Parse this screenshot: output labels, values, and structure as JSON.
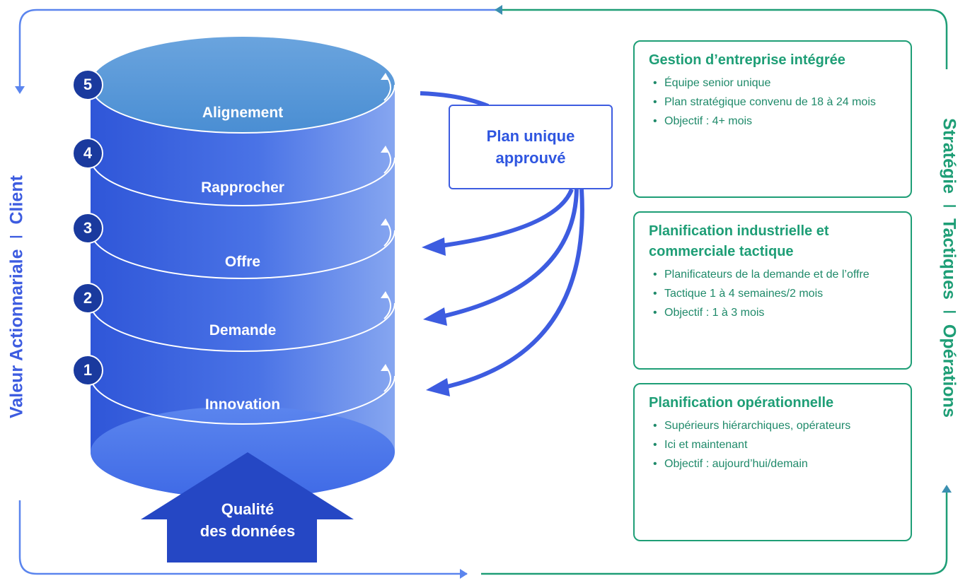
{
  "cylinder": {
    "layers": [
      {
        "step": "5",
        "label": "Alignement"
      },
      {
        "step": "4",
        "label": "Rapprocher"
      },
      {
        "step": "3",
        "label": "Offre"
      },
      {
        "step": "2",
        "label": "Demande"
      },
      {
        "step": "1",
        "label": "Innovation"
      }
    ],
    "base_label_line1": "Qualité",
    "base_label_line2": "des données"
  },
  "plan_box": {
    "label": "Plan unique approuvé"
  },
  "boxes": [
    {
      "title": "Gestion d’entreprise intégrée",
      "bullets": [
        "Équipe senior unique",
        "Plan stratégique convenu de 18 à 24 mois",
        "Objectif : 4+ mois"
      ]
    },
    {
      "title": "Planification industrielle et commerciale tactique",
      "bullets": [
        "Planificateurs de la demande et de l’offre",
        "Tactique 1 à 4 semaines/2 mois",
        "Objectif : 1 à 3 mois"
      ]
    },
    {
      "title": "Planification opérationnelle",
      "bullets": [
        "Supérieurs hiérarchiques, opérateurs",
        "Ici et maintenant",
        "Objectif : aujourd’hui/demain"
      ]
    }
  ],
  "left_axis": {
    "part1": "Valeur Actionnariale",
    "separator": "I",
    "part2": "Client"
  },
  "right_axis": {
    "part1": "Stratégie",
    "separator": "I",
    "part2": "Tactiques",
    "part3": "Opérations"
  },
  "colors": {
    "blue": "#3d5ce0",
    "navy": "#1a3a9e",
    "green": "#1e9e76"
  }
}
